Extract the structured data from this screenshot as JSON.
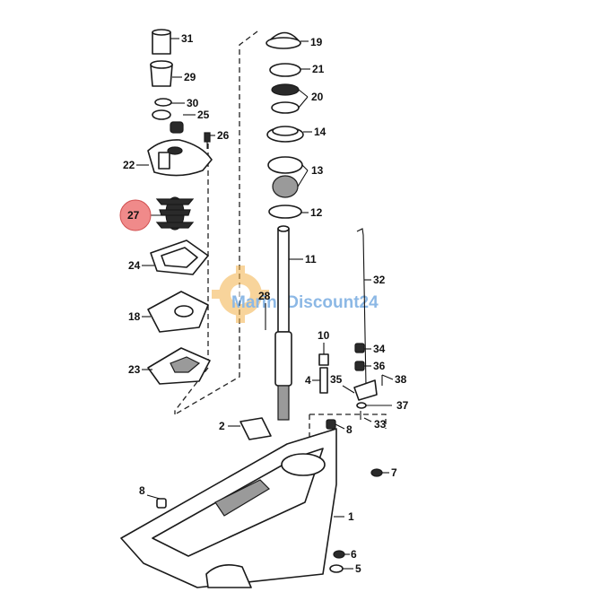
{
  "watermark": {
    "brand_a": "Marine",
    "brand_b": "Discount24"
  },
  "highlight": {
    "label": "27",
    "color": "#f08a8a"
  },
  "callouts": {
    "c31": "31",
    "c29": "29",
    "c30": "30",
    "c25": "25",
    "c26": "26",
    "c22": "22",
    "c27": "27",
    "c24": "24",
    "c18": "18",
    "c23": "23",
    "c28": "28",
    "c19": "19",
    "c21": "21",
    "c20": "20",
    "c14": "14",
    "c13": "13",
    "c12": "12",
    "c11": "11",
    "c32": "32",
    "c10": "10",
    "c34": "34",
    "c36": "36",
    "c38": "38",
    "c4": "4",
    "c35": "35",
    "c37": "37",
    "c33": "33",
    "c2": "2",
    "c8a": "8",
    "c8b": "8",
    "c7": "7",
    "c1": "1",
    "c6": "6",
    "c5": "5"
  },
  "colors": {
    "line": "#1a1a1a",
    "gear": "#f3b24a",
    "brand_blue": "#2f7fd1"
  }
}
